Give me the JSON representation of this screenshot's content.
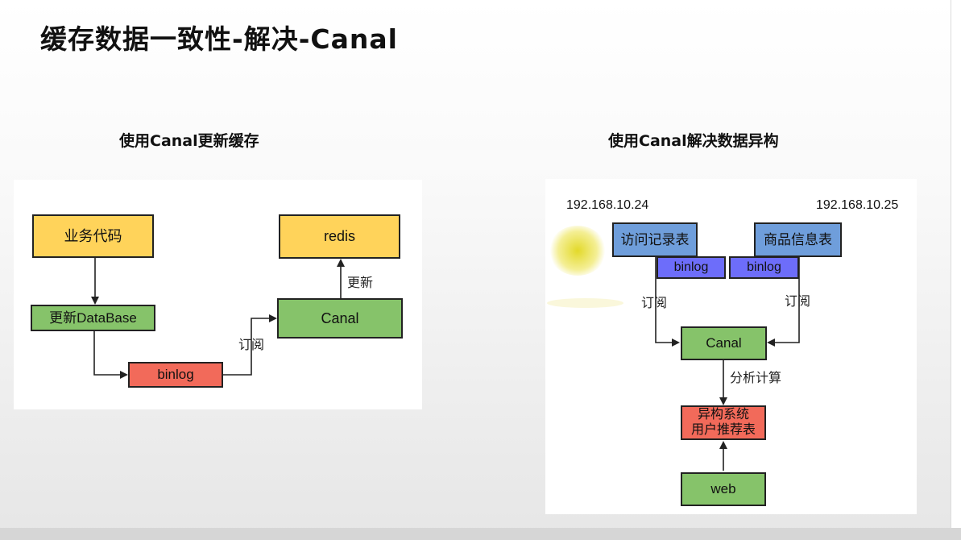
{
  "slide": {
    "title": "缓存数据一致性-解决-Canal"
  },
  "left": {
    "subtitle": "使用Canal更新缓存",
    "boxes": {
      "business_code": "业务代码",
      "update_db": "更新DataBase",
      "binlog": "binlog",
      "canal": "Canal",
      "redis": "redis"
    },
    "labels": {
      "subscribe": "订阅",
      "update": "更新"
    }
  },
  "right": {
    "subtitle": "使用Canal解决数据异构",
    "ips": {
      "left": "192.168.10.24",
      "right": "192.168.10.25"
    },
    "boxes": {
      "visit_table": "访问记录表",
      "product_table": "商品信息表",
      "binlog_left": "binlog",
      "binlog_right": "binlog",
      "canal": "Canal",
      "hetero_line1": "异构系统",
      "hetero_line2": "用户推荐表",
      "web": "web"
    },
    "labels": {
      "subscribe_left": "订阅",
      "subscribe_right": "订阅",
      "analyze": "分析计算"
    }
  },
  "colors": {
    "yellow": "#ffd35a",
    "green": "#86c36a",
    "red": "#f26a5a",
    "light_blue": "#6f9edb",
    "dark_blue": "#6d6dfa"
  }
}
